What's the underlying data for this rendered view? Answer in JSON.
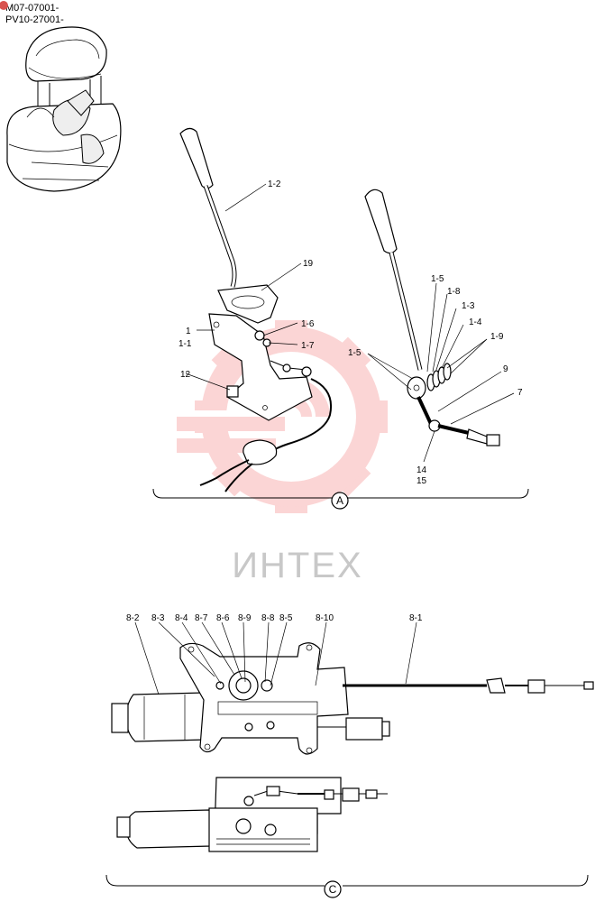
{
  "header": {
    "serial_1": "M07-07001-",
    "serial_2": "PV10-27001-"
  },
  "watermark": {
    "text": "ИНТЕХ",
    "color": "#f26a6a"
  },
  "views": [
    {
      "id": "view-a",
      "letter": "A"
    },
    {
      "id": "view-c",
      "letter": "C"
    }
  ],
  "callouts_a": [
    "1-2",
    "19",
    "1",
    "1-1",
    "1-6",
    "1-7",
    "12",
    "1-5",
    "1-8",
    "1-3",
    "1-4",
    "1-9",
    "1-5",
    "9",
    "7",
    "14",
    "15"
  ],
  "callouts_c": [
    "8-2",
    "8-3",
    "8-4",
    "8-7",
    "8-6",
    "8-9",
    "8-8",
    "8-5",
    "8-10",
    "8-1"
  ]
}
